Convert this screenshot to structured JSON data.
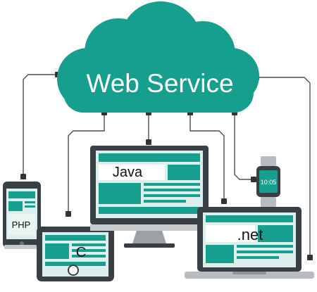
{
  "cloud": {
    "label": "Web Service"
  },
  "devices": {
    "phone": {
      "label": "PHP"
    },
    "tablet": {
      "label": "C"
    },
    "monitor": {
      "label": "Java"
    },
    "laptop": {
      "label": ".net"
    },
    "watch": {
      "label": "10:05"
    }
  },
  "colors": {
    "teal": "#169f8f",
    "dark_teal": "#0f766b",
    "light_teal": "#dcefec",
    "frame": "#3a3f44",
    "wire": "#4a4f55",
    "gray": "#b8bcc0"
  }
}
